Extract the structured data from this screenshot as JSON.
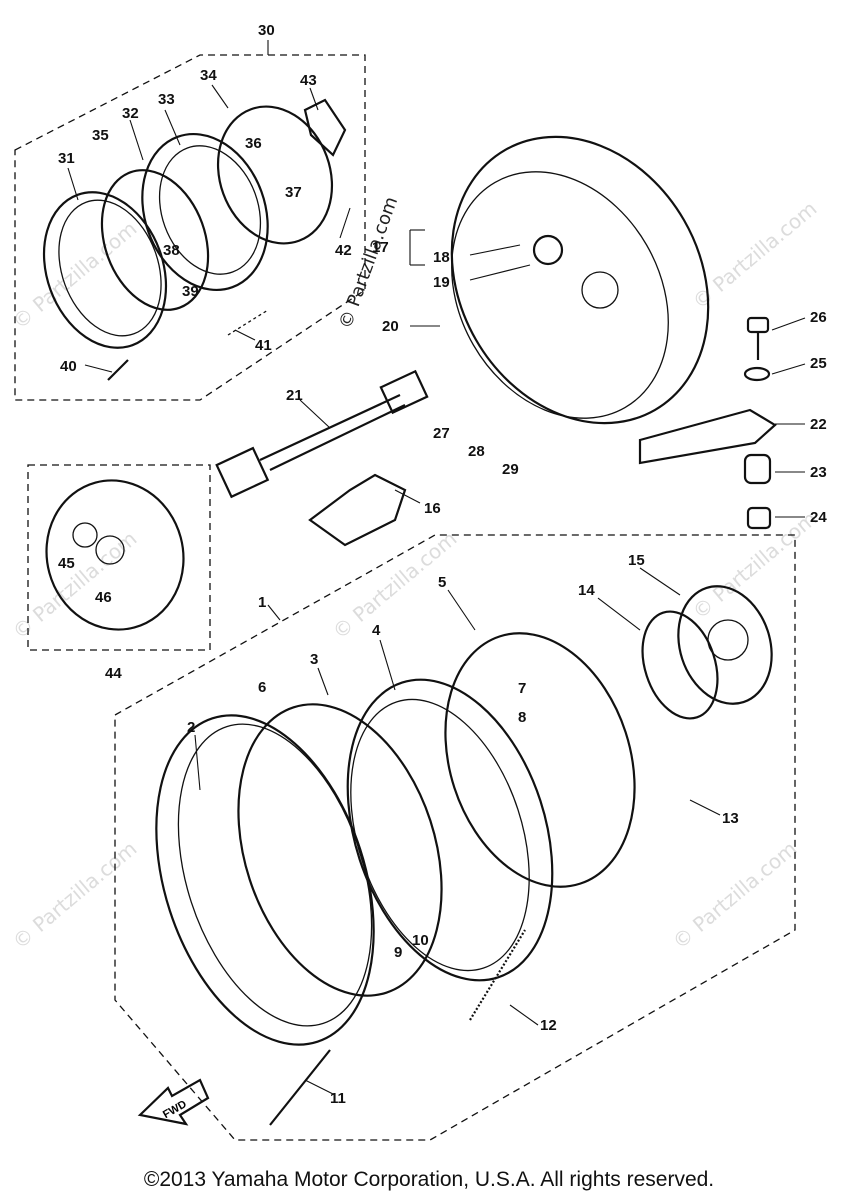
{
  "watermark": "© Partzilla.com",
  "fwd_label": "FWD",
  "copyright": "©2013 Yamaha Motor Corporation, U.S.A. All rights reserved.",
  "callouts": [
    "1",
    "2",
    "3",
    "4",
    "5",
    "6",
    "7",
    "8",
    "9",
    "10",
    "11",
    "12",
    "13",
    "14",
    "15",
    "16",
    "17",
    "18",
    "19",
    "20",
    "21",
    "22",
    "23",
    "24",
    "25",
    "26",
    "27",
    "28",
    "29",
    "30",
    "31",
    "32",
    "33",
    "34",
    "35",
    "36",
    "37",
    "38",
    "39",
    "40",
    "41",
    "42",
    "43",
    "44",
    "45",
    "46"
  ]
}
